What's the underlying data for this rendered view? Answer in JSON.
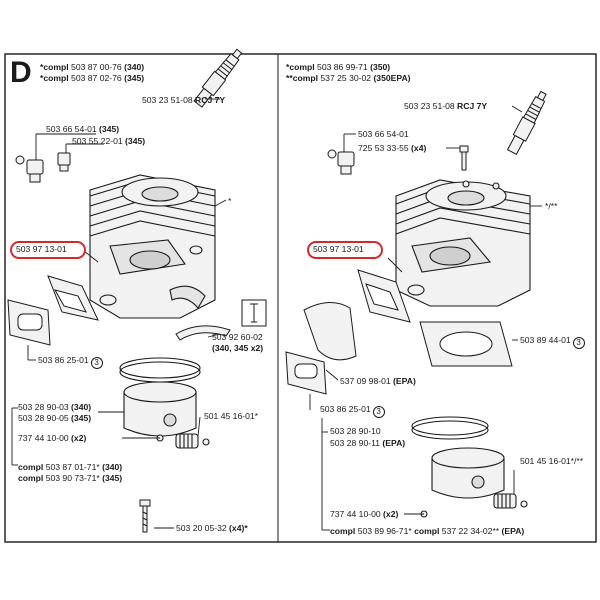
{
  "section_letter": "D",
  "left": {
    "header": [
      {
        "prefix": "*compl",
        "number": "503 87 00-76",
        "variant": "(340)"
      },
      {
        "prefix": "*compl",
        "number": "503 87 02-76",
        "variant": "(345)"
      }
    ],
    "spark_plug": {
      "number": "503 23 51-08",
      "note": "RCJ 7Y"
    },
    "part_a": {
      "number": "503 66 54-01",
      "variant": "(345)"
    },
    "part_b": {
      "number": "503 55 22-01",
      "variant": "(345)"
    },
    "cylinder_mark": "*",
    "gasket_highlight": "503 97 13-01",
    "gasket_86": {
      "number": "503 86 25-01",
      "circled": "3"
    },
    "part_92": {
      "number": "503 92 60-02",
      "variant": "(340, 345 x2)"
    },
    "piston_group": [
      {
        "number": "503 28 90-03",
        "variant": "(340)"
      },
      {
        "number": "503 28 90-05",
        "variant": "(345)"
      }
    ],
    "bearing": "501 45 16-01*",
    "pin": {
      "number": "737 44 10-00",
      "qty": "(x2)"
    },
    "kits": [
      {
        "prefix": "compl",
        "number": "503 87 01-71*",
        "variant": "(340)"
      },
      {
        "prefix": "compl",
        "number": "503 90 73-71*",
        "variant": "(345)"
      }
    ],
    "screw": {
      "number": "503 20 05-32",
      "qty": "(x4)*"
    }
  },
  "right": {
    "header": [
      {
        "prefix": "*compl",
        "number": "503 86 99-71",
        "variant": "(350)"
      },
      {
        "prefix": "**compl",
        "number": "537 25 30-02",
        "variant": "(350EPA)"
      }
    ],
    "spark_plug": {
      "number": "503 23 51-08",
      "note": "RCJ 7Y"
    },
    "part_a": "503 66 54-01",
    "part_c": {
      "number": "725 53 33-55",
      "qty": "(x4)"
    },
    "cylinder_mark": "*/**",
    "gasket_highlight": "503 97 13-01",
    "gasket_89": {
      "number": "503 89 44-01",
      "circled": "3"
    },
    "shield": {
      "number": "537 09 98-01",
      "variant": "(EPA)"
    },
    "gasket_86": {
      "number": "503 86 25-01",
      "circled": "3"
    },
    "piston_group": [
      {
        "number": "503 28 90-10",
        "variant": ""
      },
      {
        "number": "503 28 90-11",
        "variant": "(EPA)"
      }
    ],
    "bearing": "501 45 16-01*/**",
    "pin": {
      "number": "737 44 10-00",
      "qty": "(x2)"
    },
    "kit_line": {
      "prefix1": "compl",
      "number1": "503 89 96-71*",
      "prefix2": "compl",
      "number2": "537 22 34-02**",
      "variant": "(EPA)"
    }
  },
  "colors": {
    "highlight": "#d62828",
    "line": "#1a1a1a",
    "part_fill": "#f2f2f2"
  }
}
